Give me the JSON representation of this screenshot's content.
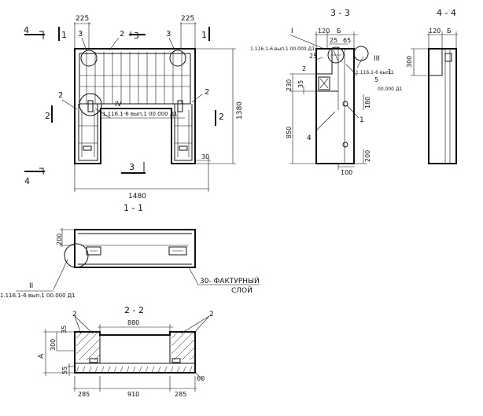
{
  "views": {
    "section_3_3": "3 - 3",
    "section_4_4": "4 - 4",
    "section_1_1": "1 - 1",
    "section_2_2": "2 - 2"
  },
  "cut_marks": {
    "c4": "4",
    "c1": "1",
    "c2": "2",
    "c3": "3"
  },
  "positions": {
    "p1": "1",
    "p2": "2",
    "p3": "3",
    "p4": "4",
    "p5": "5"
  },
  "nodes": {
    "n1": "I",
    "n2": "II",
    "n3": "III",
    "n4": "IV"
  },
  "references": {
    "ref_main": "1.116.1-6 вып.1 00.000 Д1",
    "ref_short": "1.116.1-6 вып.1",
    "ref_tail": "00.000 Д1"
  },
  "notes": {
    "facing_line1": "30- ФАКТУРНЫЙ",
    "facing_line2": "СЛОЙ"
  },
  "dimensions": {
    "d225": "225",
    "d1380": "1380",
    "d1480": "1480",
    "d30": "30",
    "d120": "120",
    "d25": "25",
    "d65": "65",
    "d230": "230",
    "d35": "35",
    "d180": "180",
    "d850": "850",
    "d200": "200",
    "d100": "100",
    "d300": "300",
    "d880": "880",
    "d285": "285",
    "d910": "910",
    "d60": "60",
    "d55": "55",
    "b": "Б",
    "a": "А"
  }
}
